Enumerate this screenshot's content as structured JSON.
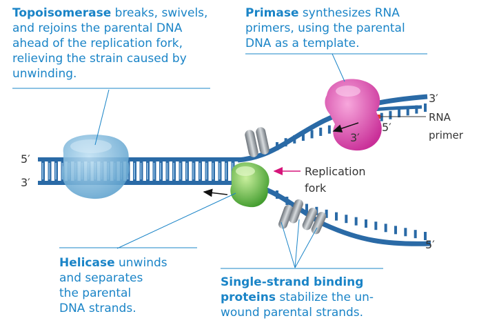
{
  "captions": {
    "topoisomerase": {
      "name": "Topoisomerase",
      "line1_rest": " breaks, swivels,",
      "line2": "and rejoins the parental DNA",
      "line3": "ahead of the replication fork,",
      "line4": "relieving the strain caused by",
      "line5": "unwinding."
    },
    "primase": {
      "name": "Primase",
      "line1_rest": " synthesizes RNA",
      "line2": "primers, using the parental",
      "line3": "DNA as a template."
    },
    "helicase": {
      "name": "Helicase",
      "line1_rest": " unwinds",
      "line2": "and separates",
      "line3": "the parental",
      "line4": "DNA strands."
    },
    "ssb": {
      "line1": "Single-strand binding",
      "name2": "proteins",
      "line2_rest": " stabilize the un-",
      "line3": "wound parental strands."
    }
  },
  "labels": {
    "left_top_end": "5′",
    "left_bottom_end": "3′",
    "upper_right_end": "3′",
    "lower_right_end": "5′",
    "primer_5": "5′",
    "primer_3": "3′",
    "rna_primer_line1": "RNA",
    "rna_primer_line2": "primer",
    "fork_line1": "Replication",
    "fork_line2": "fork"
  },
  "colors": {
    "caption_blue": "#1a84c7",
    "dna_blue": "#2a6aa6",
    "dna_dark": "#1d4f80",
    "topoisomerase": "#7fb8dc",
    "helicase": "#6dc04a",
    "primase": "#e24fb4",
    "rna_primer": "#e03a2a",
    "ssb_gray": "#9aa0a6",
    "fork_arrow": "#d6157a"
  }
}
